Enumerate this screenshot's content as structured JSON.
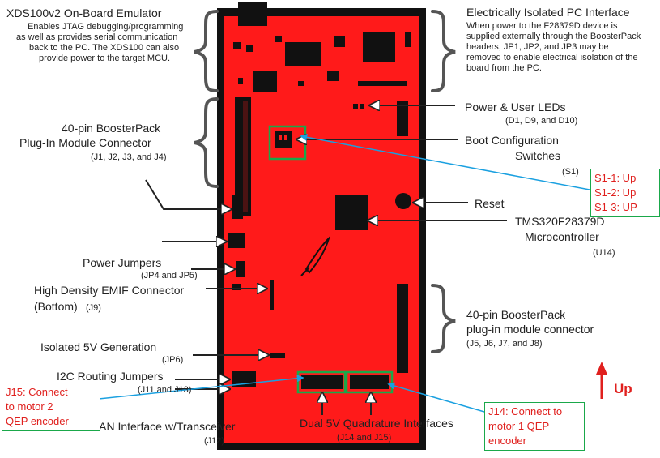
{
  "labels": {
    "xds_title": "XDS100v2 On-Board Emulator",
    "xds_desc": [
      "Enables JTAG debugging/programming",
      "as well as provides serial communication",
      "back to the PC. The XDS100 can also",
      "provide power to the target MCU."
    ],
    "bp_left_title": [
      "40-pin BoosterPack",
      "Plug-In Module Connector"
    ],
    "bp_left_ids": "(J1, J2, J3, and J4)",
    "power_jumpers": "Power Jumpers",
    "power_jumpers_ids": "(JP4 and JP5)",
    "emif_title": "High Density EMIF Connector",
    "emif_bottom": "(Bottom)",
    "emif_id": "(J9)",
    "iso5v": "Isolated 5V Generation",
    "iso5v_id": "(JP6)",
    "i2c": "I2C Routing Jumpers",
    "i2c_ids": "(J11 and J13)",
    "can": "CAN Interface w/Transceiver",
    "can_id": "(J12)",
    "iso_pc_title": "Electrically Isolated PC Interface",
    "iso_pc_desc": [
      "When power to the F28379D device is",
      "supplied externally through the BoosterPack",
      "headers, JP1, JP2, and JP3 may be",
      "removed to enable electrical isolation of the",
      "board from the PC."
    ],
    "leds": "Power & User LEDs",
    "leds_ids": "(D1, D9, and D10)",
    "boot": [
      "Boot Configuration",
      "Switches"
    ],
    "boot_id": "(S1)",
    "reset": "Reset",
    "mcu": [
      "TMS320F28379D",
      "Microcontroller"
    ],
    "mcu_id": "(U14)",
    "bp_right_title": [
      "40-pin BoosterPack",
      "plug-in module connector"
    ],
    "bp_right_ids": "(J5, J6, J7, and J8)",
    "dual5v": "Dual 5V Quadrature Interfaces",
    "dual5v_ids": "(J14 and J15)",
    "up": "Up"
  },
  "callouts": {
    "s1": [
      "S1-1: Up",
      "S1-2: Up",
      "S1-3: UP"
    ],
    "j15": [
      "J15: Connect",
      "to motor 2",
      "QEP encoder"
    ],
    "j14": [
      "J14: Connect to",
      "motor 1 QEP",
      "encoder"
    ]
  },
  "colors": {
    "board": "#ff1a1a",
    "board_border": "#111111",
    "highlight": "#1aa84a",
    "callout_text": "#e0201e",
    "leader": "#1aa0e0",
    "up_arrow": "#e0201e"
  }
}
